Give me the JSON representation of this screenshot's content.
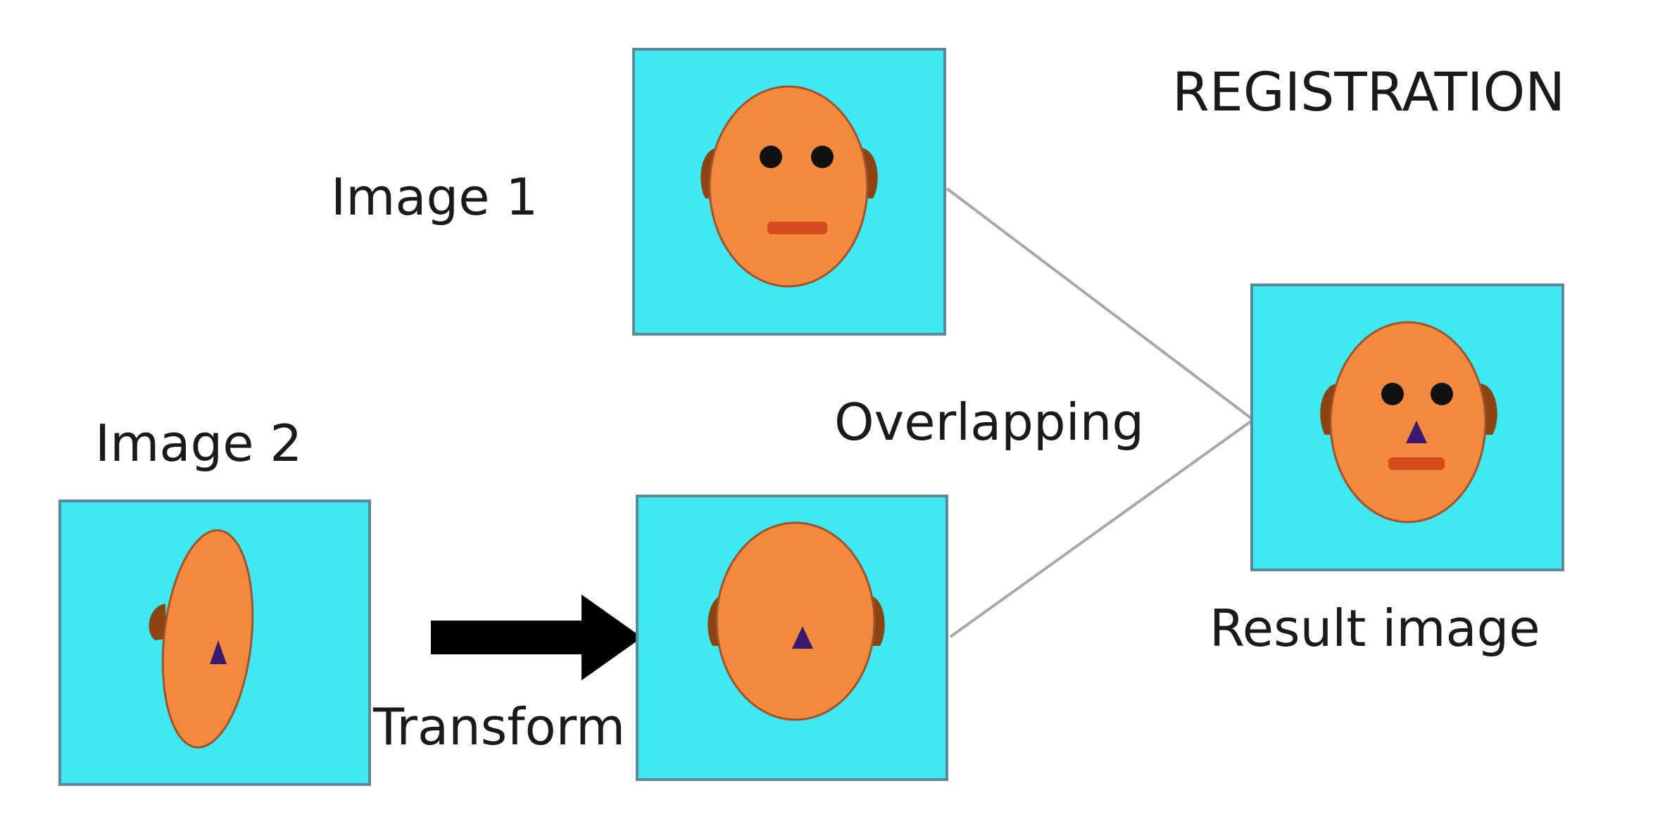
{
  "title": "REGISTRATION",
  "labels": {
    "image1": "Image 1",
    "image2": "Image 2",
    "overlapping": "Overlapping",
    "transform": "Transform",
    "result": "Result image"
  },
  "colors": {
    "panel_background": "#3fe9f2",
    "panel_border": "#5a8a9a",
    "face": "#f28a3e",
    "face_outline": "#a0522d",
    "ear": "#8b4513",
    "eye": "#111111",
    "mouth": "#d64a1f",
    "nose": "#3a1a6e",
    "arrow": "#000000",
    "connector": "#a8a8a8"
  }
}
